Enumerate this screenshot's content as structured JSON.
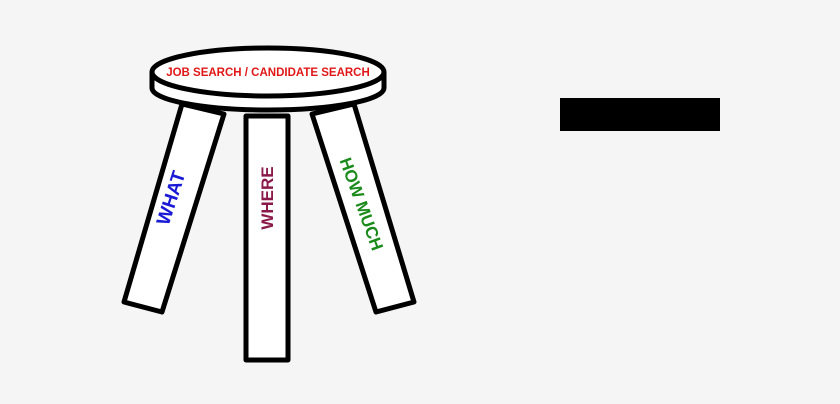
{
  "stool": {
    "seat_label": "JOB SEARCH / CANDIDATE SEARCH",
    "legs": [
      {
        "label": "WHAT",
        "color": "#1a1ad6"
      },
      {
        "label": "WHERE",
        "color": "#8a1a4a"
      },
      {
        "label": "HOW MUCH",
        "color": "#1a8a1a"
      }
    ],
    "seat_label_color": "#e01818",
    "outline_color": "#000000",
    "fill_color": "#ffffff"
  },
  "background_color": "#f5f5f5",
  "black_bar_color": "#000000"
}
